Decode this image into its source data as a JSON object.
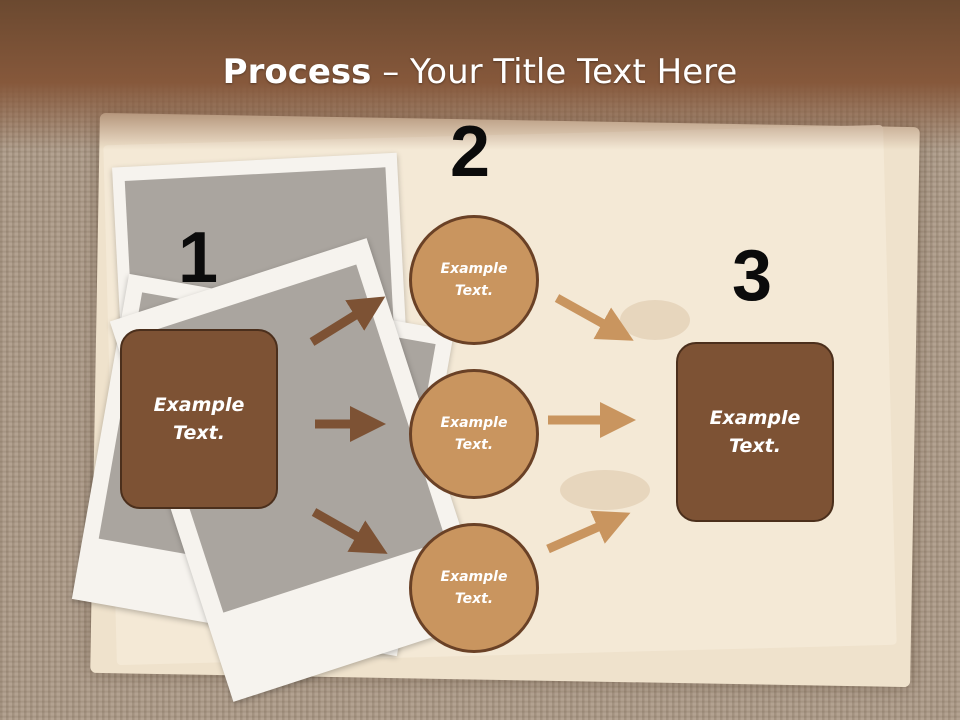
{
  "title": {
    "bold": "Process",
    "dash": " – ",
    "rest": "Your Title Text Here"
  },
  "steps": [
    {
      "number": "1"
    },
    {
      "number": "2"
    },
    {
      "number": "3"
    }
  ],
  "boxes": {
    "left": "Example\nText.",
    "right": "Example\nText."
  },
  "circles": [
    {
      "text": "Example\nText."
    },
    {
      "text": "Example\nText."
    },
    {
      "text": "Example\nText."
    }
  ],
  "colors": {
    "box_fill": "#7d5234",
    "circle_fill": "#c9955f",
    "dark_arrow": "#7d5234",
    "light_arrow": "#c9955f",
    "title_bar": "#86583b"
  }
}
